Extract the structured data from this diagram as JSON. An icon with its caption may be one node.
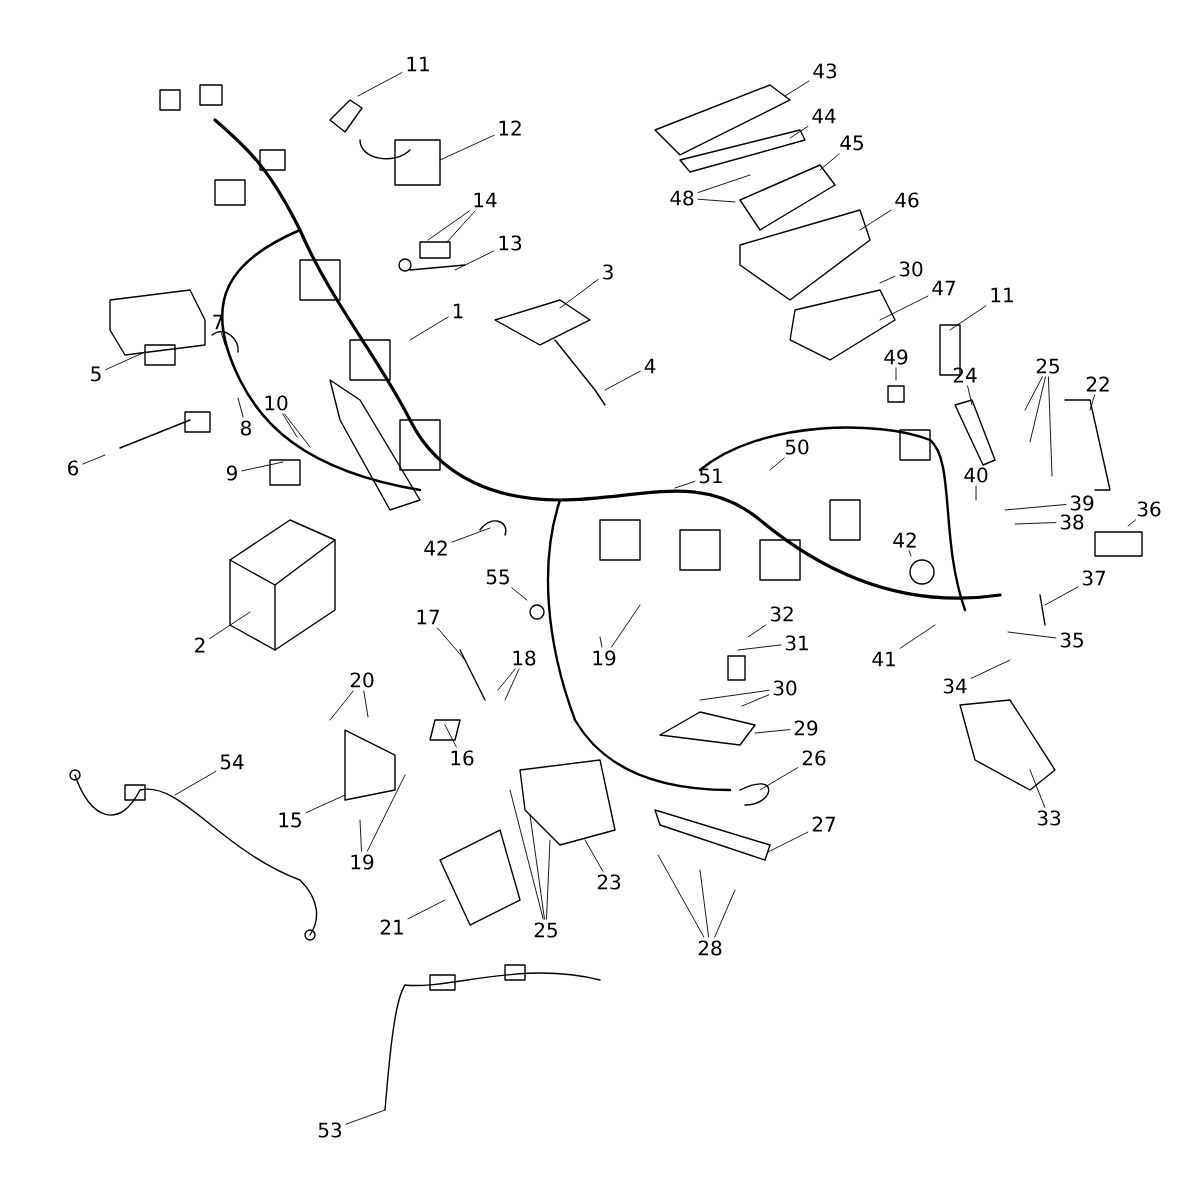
{
  "diagram": {
    "nodes": [
      {
        "text": [
          "11"
        ]
      },
      {
        "text": [
          "12"
        ]
      },
      {
        "text": [
          "14"
        ]
      },
      {
        "text": [
          "13"
        ]
      },
      {
        "text": [
          "1"
        ]
      },
      {
        "text": [
          "3"
        ]
      },
      {
        "text": [
          "5"
        ]
      },
      {
        "text": [
          "7"
        ]
      },
      {
        "text": [
          "8"
        ]
      },
      {
        "text": [
          "10"
        ]
      },
      {
        "text": [
          "9"
        ]
      },
      {
        "text": [
          "6"
        ]
      },
      {
        "text": [
          "43"
        ]
      },
      {
        "text": [
          "44"
        ]
      },
      {
        "text": [
          "45"
        ]
      },
      {
        "text": [
          "48"
        ]
      },
      {
        "text": [
          "46"
        ]
      },
      {
        "text": [
          "30"
        ]
      },
      {
        "text": [
          "47"
        ]
      },
      {
        "text": [
          "11"
        ]
      },
      {
        "text": [
          "4"
        ]
      },
      {
        "text": [
          "49"
        ]
      },
      {
        "text": [
          "24"
        ]
      },
      {
        "text": [
          "25"
        ]
      },
      {
        "text": [
          "22"
        ]
      },
      {
        "text": [
          "50"
        ]
      },
      {
        "text": [
          "51"
        ]
      },
      {
        "text": [
          "40"
        ]
      },
      {
        "text": [
          "39"
        ]
      },
      {
        "text": [
          "38"
        ]
      },
      {
        "text": [
          "36"
        ]
      },
      {
        "text": [
          "42"
        ]
      },
      {
        "text": [
          "42"
        ]
      },
      {
        "text": [
          "2"
        ]
      },
      {
        "text": [
          "55"
        ]
      },
      {
        "text": [
          "37"
        ]
      },
      {
        "text": [
          "17"
        ]
      },
      {
        "text": [
          "32"
        ]
      },
      {
        "text": [
          "31"
        ]
      },
      {
        "text": [
          "19"
        ]
      },
      {
        "text": [
          "35"
        ]
      },
      {
        "text": [
          "18"
        ]
      },
      {
        "text": [
          "41"
        ]
      },
      {
        "text": [
          "34"
        ]
      },
      {
        "text": [
          "20"
        ]
      },
      {
        "text": [
          "30"
        ]
      },
      {
        "text": [
          "29"
        ]
      },
      {
        "text": [
          "16"
        ]
      },
      {
        "text": [
          "26"
        ]
      },
      {
        "text": [
          "54"
        ]
      },
      {
        "text": [
          "15"
        ]
      },
      {
        "text": [
          "33"
        ]
      },
      {
        "text": [
          "27"
        ]
      },
      {
        "text": [
          "19"
        ]
      },
      {
        "text": [
          "23"
        ]
      },
      {
        "text": [
          "21"
        ]
      },
      {
        "text": [
          "25"
        ]
      },
      {
        "text": [
          "28"
        ]
      },
      {
        "text": [
          "53"
        ]
      }
    ],
    "edges": [
      {
        "from": 0,
        "to": null,
        "arrow": "none"
      },
      {
        "from": 1,
        "to": null,
        "arrow": "none"
      },
      {
        "from": 2,
        "to": null,
        "arrow": "none"
      },
      {
        "from": 2,
        "to": null,
        "arrow": "none"
      },
      {
        "from": 3,
        "to": null,
        "arrow": "none"
      },
      {
        "from": 4,
        "to": null,
        "arrow": "none"
      },
      {
        "from": 5,
        "to": null,
        "arrow": "none"
      },
      {
        "from": 6,
        "to": null,
        "arrow": "none"
      },
      {
        "from": 7,
        "to": null,
        "arrow": "none"
      },
      {
        "from": 8,
        "to": null,
        "arrow": "none"
      },
      {
        "from": 9,
        "to": null,
        "arrow": "none"
      },
      {
        "from": 9,
        "to": null,
        "arrow": "none"
      },
      {
        "from": 10,
        "to": null,
        "arrow": "none"
      },
      {
        "from": 11,
        "to": null,
        "arrow": "none"
      },
      {
        "from": 12,
        "to": null,
        "arrow": "none"
      },
      {
        "from": 13,
        "to": null,
        "arrow": "none"
      },
      {
        "from": 14,
        "to": null,
        "arrow": "none"
      },
      {
        "from": 15,
        "to": null,
        "arrow": "none"
      },
      {
        "from": 15,
        "to": null,
        "arrow": "none"
      },
      {
        "from": 16,
        "to": null,
        "arrow": "none"
      },
      {
        "from": 17,
        "to": null,
        "arrow": "none"
      },
      {
        "from": 18,
        "to": null,
        "arrow": "none"
      },
      {
        "from": 19,
        "to": null,
        "arrow": "none"
      },
      {
        "from": 20,
        "to": null,
        "arrow": "none"
      },
      {
        "from": 21,
        "to": null,
        "arrow": "none"
      },
      {
        "from": 22,
        "to": null,
        "arrow": "none"
      },
      {
        "from": 23,
        "to": null,
        "arrow": "none"
      },
      {
        "from": 23,
        "to": null,
        "arrow": "none"
      },
      {
        "from": 23,
        "to": null,
        "arrow": "none"
      },
      {
        "from": 24,
        "to": null,
        "arrow": "none"
      },
      {
        "from": 25,
        "to": null,
        "arrow": "none"
      },
      {
        "from": 26,
        "to": null,
        "arrow": "none"
      },
      {
        "from": 27,
        "to": null,
        "arrow": "none"
      },
      {
        "from": 28,
        "to": null,
        "arrow": "none"
      },
      {
        "from": 29,
        "to": null,
        "arrow": "none"
      },
      {
        "from": 30,
        "to": null,
        "arrow": "none"
      },
      {
        "from": 31,
        "to": null,
        "arrow": "none"
      },
      {
        "from": 32,
        "to": null,
        "arrow": "none"
      },
      {
        "from": 33,
        "to": null,
        "arrow": "none"
      },
      {
        "from": 34,
        "to": null,
        "arrow": "none"
      },
      {
        "from": 35,
        "to": null,
        "arrow": "none"
      },
      {
        "from": 36,
        "to": null,
        "arrow": "none"
      },
      {
        "from": 37,
        "to": null,
        "arrow": "none"
      },
      {
        "from": 38,
        "to": null,
        "arrow": "none"
      },
      {
        "from": 39,
        "to": null,
        "arrow": "none"
      },
      {
        "from": 39,
        "to": null,
        "arrow": "none"
      },
      {
        "from": 40,
        "to": null,
        "arrow": "none"
      },
      {
        "from": 41,
        "to": null,
        "arrow": "none"
      },
      {
        "from": 41,
        "to": null,
        "arrow": "none"
      },
      {
        "from": 42,
        "to": null,
        "arrow": "none"
      },
      {
        "from": 43,
        "to": null,
        "arrow": "none"
      },
      {
        "from": 44,
        "to": null,
        "arrow": "none"
      },
      {
        "from": 44,
        "to": null,
        "arrow": "none"
      },
      {
        "from": 45,
        "to": null,
        "arrow": "none"
      },
      {
        "from": 45,
        "to": null,
        "arrow": "none"
      },
      {
        "from": 46,
        "to": null,
        "arrow": "none"
      },
      {
        "from": 47,
        "to": null,
        "arrow": "none"
      },
      {
        "from": 48,
        "to": null,
        "arrow": "none"
      },
      {
        "from": 49,
        "to": null,
        "arrow": "none"
      },
      {
        "from": 50,
        "to": null,
        "arrow": "none"
      },
      {
        "from": 51,
        "to": null,
        "arrow": "none"
      },
      {
        "from": 52,
        "to": null,
        "arrow": "none"
      },
      {
        "from": 53,
        "to": null,
        "arrow": "none"
      },
      {
        "from": 53,
        "to": null,
        "arrow": "none"
      },
      {
        "from": 54,
        "to": null,
        "arrow": "none"
      },
      {
        "from": 55,
        "to": null,
        "arrow": "none"
      },
      {
        "from": 56,
        "to": null,
        "arrow": "none"
      },
      {
        "from": 56,
        "to": null,
        "arrow": "none"
      },
      {
        "from": 56,
        "to": null,
        "arrow": "none"
      },
      {
        "from": 57,
        "to": null,
        "arrow": "none"
      },
      {
        "from": 57,
        "to": null,
        "arrow": "none"
      },
      {
        "from": 57,
        "to": null,
        "arrow": "none"
      },
      {
        "from": 58,
        "to": null,
        "arrow": "none"
      }
    ]
  }
}
